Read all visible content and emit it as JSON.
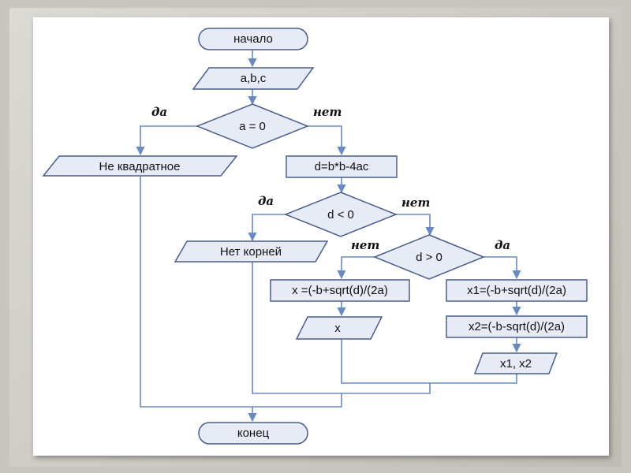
{
  "flowchart": {
    "start": "начало",
    "input": "a,b,c",
    "cond_a": "a = 0",
    "yes1": "да",
    "no1": "нет",
    "not_quadratic": "Не квадратное",
    "discriminant": "d=b*b-4ac",
    "cond_d_lt": "d < 0",
    "yes2": "да",
    "no2": "нет",
    "no_roots": "Нет корней",
    "cond_d_gt": "d > 0",
    "no3": "нет",
    "yes3": "да",
    "x_calc": "x =(-b+sqrt(d)/(2a)",
    "x_out": "x",
    "x1_calc": "x1=(-b+sqrt(d)/(2a)",
    "x2_calc": "x2=(-b-sqrt(d)/(2a)",
    "x12_out": "x1, x2",
    "end": "конец"
  },
  "colors": {
    "shape_fill": "#e6ebf5",
    "shape_stroke": "#4a5e8a",
    "connector": "#6a89bf"
  }
}
